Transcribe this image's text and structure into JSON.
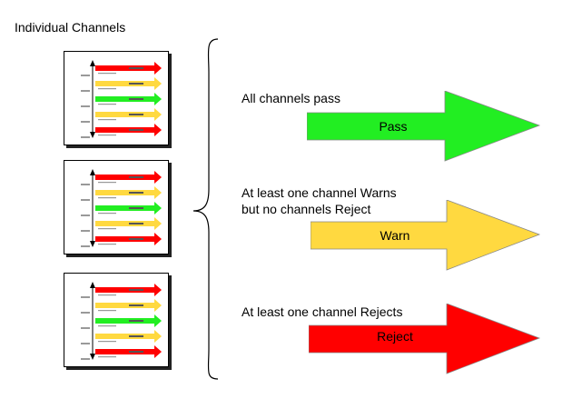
{
  "title": "Individual Channels",
  "colors": {
    "green": "#22ee22",
    "yellow": "#ffd940",
    "red": "#ff0000"
  },
  "panels": [
    {
      "rows": [
        "red",
        "yellow",
        "green",
        "yellow",
        "red"
      ]
    },
    {
      "rows": [
        "red",
        "yellow",
        "green",
        "yellow",
        "red"
      ]
    },
    {
      "rows": [
        "red",
        "yellow",
        "green",
        "yellow",
        "red"
      ]
    }
  ],
  "outcomes": [
    {
      "label_lines": [
        "All channels pass"
      ],
      "arrow_label": "Pass",
      "color": "green"
    },
    {
      "label_lines": [
        "At least one channel Warns",
        "but no channels Reject"
      ],
      "arrow_label": "Warn",
      "color": "yellow"
    },
    {
      "label_lines": [
        "At least one channel Rejects"
      ],
      "arrow_label": "Reject",
      "color": "red"
    }
  ]
}
